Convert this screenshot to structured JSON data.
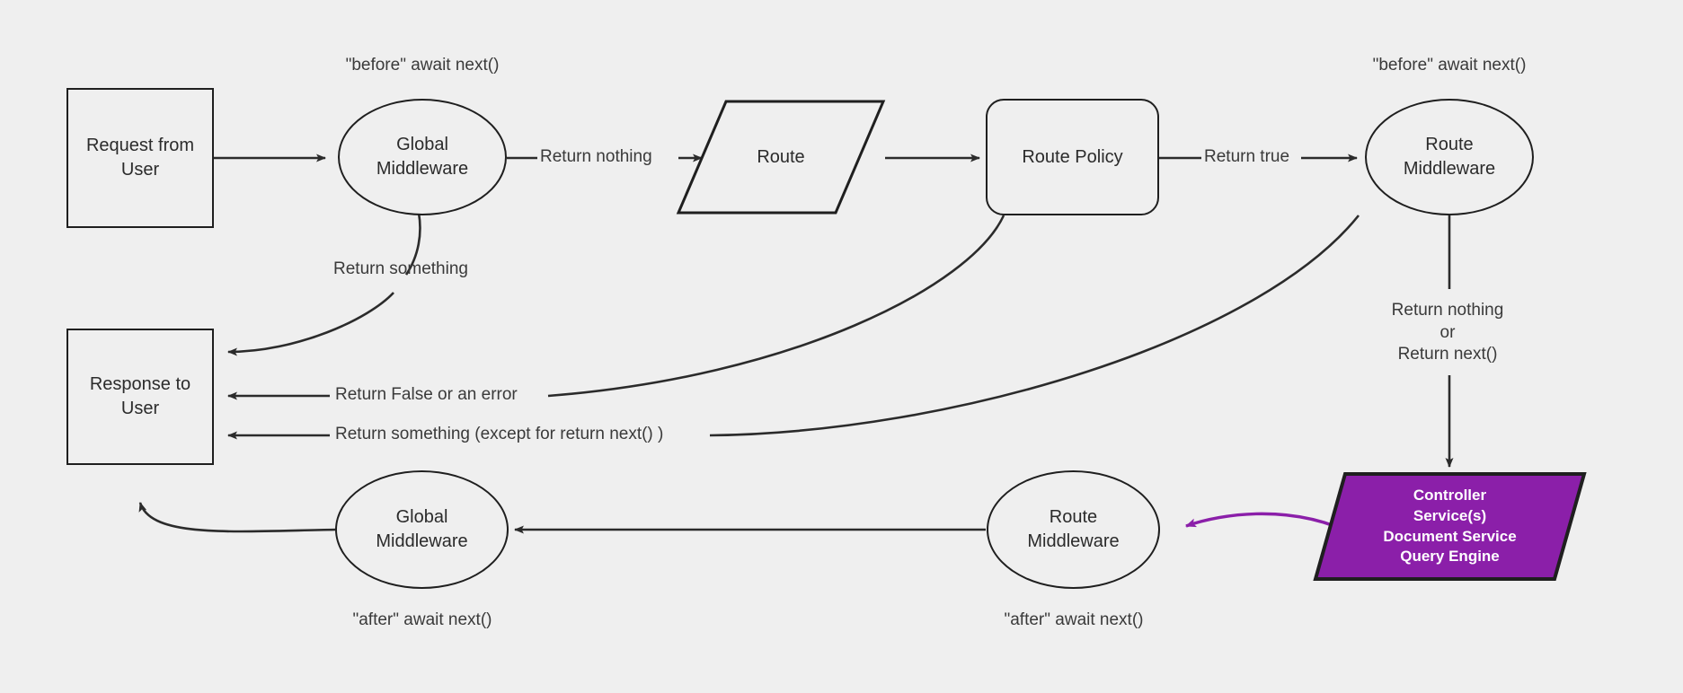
{
  "diagram": {
    "title": "Request/Response middleware pipeline",
    "background_color": "#efefef",
    "stroke_color": "#1f1f1f",
    "text_color": "#3a3a3a",
    "accent_color": "#8B1FA9"
  },
  "nodes": {
    "request_from_user": {
      "label": "Request from\nUser",
      "shape": "rectangle"
    },
    "global_middleware_top": {
      "label": "Global\nMiddleware",
      "shape": "ellipse"
    },
    "route": {
      "label": "Route",
      "shape": "parallelogram"
    },
    "route_policy": {
      "label": "Route Policy",
      "shape": "rounded-rectangle"
    },
    "route_middleware_top": {
      "label": "Route\nMiddleware",
      "shape": "ellipse"
    },
    "controller": {
      "label": "Controller\nService(s)\nDocument Service\nQuery Engine",
      "shape": "parallelogram",
      "fill": "#8B1FA9"
    },
    "response_to_user": {
      "label": "Response to\nUser",
      "shape": "rectangle"
    },
    "route_middleware_bottom": {
      "label": "Route\nMiddleware",
      "shape": "ellipse"
    },
    "global_middleware_bottom": {
      "label": "Global\nMiddleware",
      "shape": "ellipse"
    }
  },
  "notes": {
    "before_global": "\"before\" await next()",
    "before_route": "\"before\" await next()",
    "after_global": "\"after\" await next()",
    "after_route": "\"after\" await next()"
  },
  "edge_labels": {
    "return_something_top": "Return something",
    "return_nothing": "Return nothing",
    "return_true": "Return true",
    "return_nothing_or_next": "Return nothing\nor\nReturn next()",
    "return_false_or_error": "Return False or an error",
    "return_something_except": "Return something (except for return next() )"
  }
}
